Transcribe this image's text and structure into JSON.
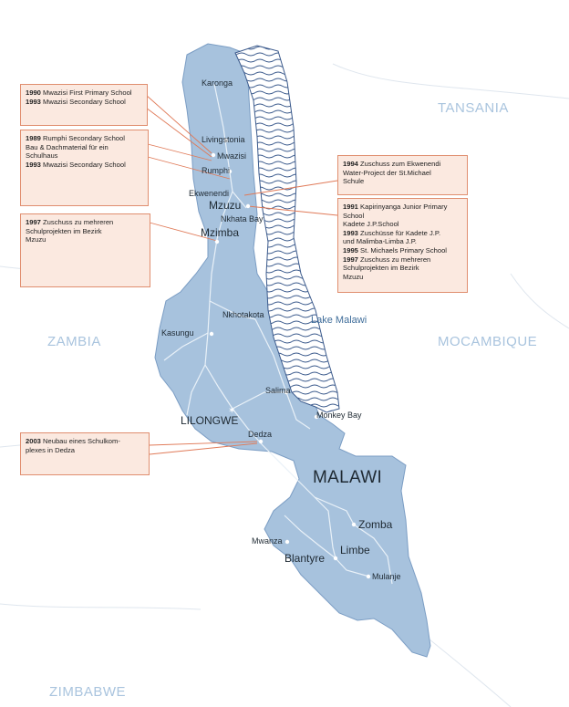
{
  "colors": {
    "land": "#a7c2dd",
    "land_border": "#7b9dc4",
    "lake_stroke": "#3b5a8c",
    "road": "#e9f1f8",
    "callout_fill": "#fbe9e0",
    "callout_stroke": "#e08e6f",
    "neighbor_label": "#a9c4de"
  },
  "countries": {
    "tansania": "TANSANIA",
    "zambia": "ZAMBIA",
    "mocambique": "MOCAMBIQUE",
    "zimbabwe": "ZIMBABWE",
    "malawi": "MALAWI"
  },
  "lake": "Lake Malawi",
  "cities": {
    "karonga": "Karonga",
    "livingstonia": "Livingstonia",
    "mwazisi": "Mwazisi",
    "rumphi": "Rumphi",
    "ekwenendi": "Ekwenendi",
    "mzuzu": "Mzuzu",
    "nkhata_bay": "Nkhata Bay",
    "mzimba": "Mzimba",
    "nkhotakota": "Nkhotakota",
    "kasungu": "Kasungu",
    "salima": "Salima",
    "lilongwe": "LILONGWE",
    "monkey_bay": "Monkey Bay",
    "dedza": "Dedza",
    "zomba": "Zomba",
    "mwanza": "Mwanza",
    "limbe": "Limbe",
    "blantyre": "Blantyre",
    "mulanje": "Mulanje"
  },
  "callouts": [
    {
      "lines": [
        {
          "year": "1990",
          "text": "Mwazisi First Primary School"
        },
        {
          "year": "1993",
          "text": "Mwazisi Secondary School"
        }
      ]
    },
    {
      "lines": [
        {
          "year": "1989",
          "text": "Rumphi Secondary School"
        },
        {
          "year": "",
          "text": "Bau & Dachmaterial für ein"
        },
        {
          "year": "",
          "text": "Schulhaus"
        },
        {
          "year": "1993",
          "text": "Mwazisi Secondary School"
        }
      ]
    },
    {
      "lines": [
        {
          "year": "1997",
          "text": "Zuschuss zu mehreren"
        },
        {
          "year": "",
          "text": "Schulprojekten im Bezirk"
        },
        {
          "year": "",
          "text": "Mzuzu"
        }
      ]
    },
    {
      "lines": [
        {
          "year": "1994",
          "text": "Zuschuss zum Ekwenendi"
        },
        {
          "year": "",
          "text": "Water-Project der St.Michael"
        },
        {
          "year": "",
          "text": "Schule"
        }
      ]
    },
    {
      "lines": [
        {
          "year": "1991",
          "text": "Kapirinyanga Junior Primary"
        },
        {
          "year": "",
          "text": "School"
        },
        {
          "year": "",
          "text": "Kadete J.P.School"
        },
        {
          "year": "1993",
          "text": "Zuschüsse für Kadete J.P."
        },
        {
          "year": "",
          "text": "und Malimba-Limba J.P."
        },
        {
          "year": "1995",
          "text": "St. Michaels Primary School"
        },
        {
          "year": "1997",
          "text": "Zuschuss zu mehreren"
        },
        {
          "year": "",
          "text": "Schulprojekten im Bezirk"
        },
        {
          "year": "",
          "text": "Mzuzu"
        }
      ]
    },
    {
      "lines": [
        {
          "year": "2003",
          "text": "Neubau eines Schulkom-"
        },
        {
          "year": "",
          "text": "plexes in Dedza"
        }
      ]
    }
  ]
}
